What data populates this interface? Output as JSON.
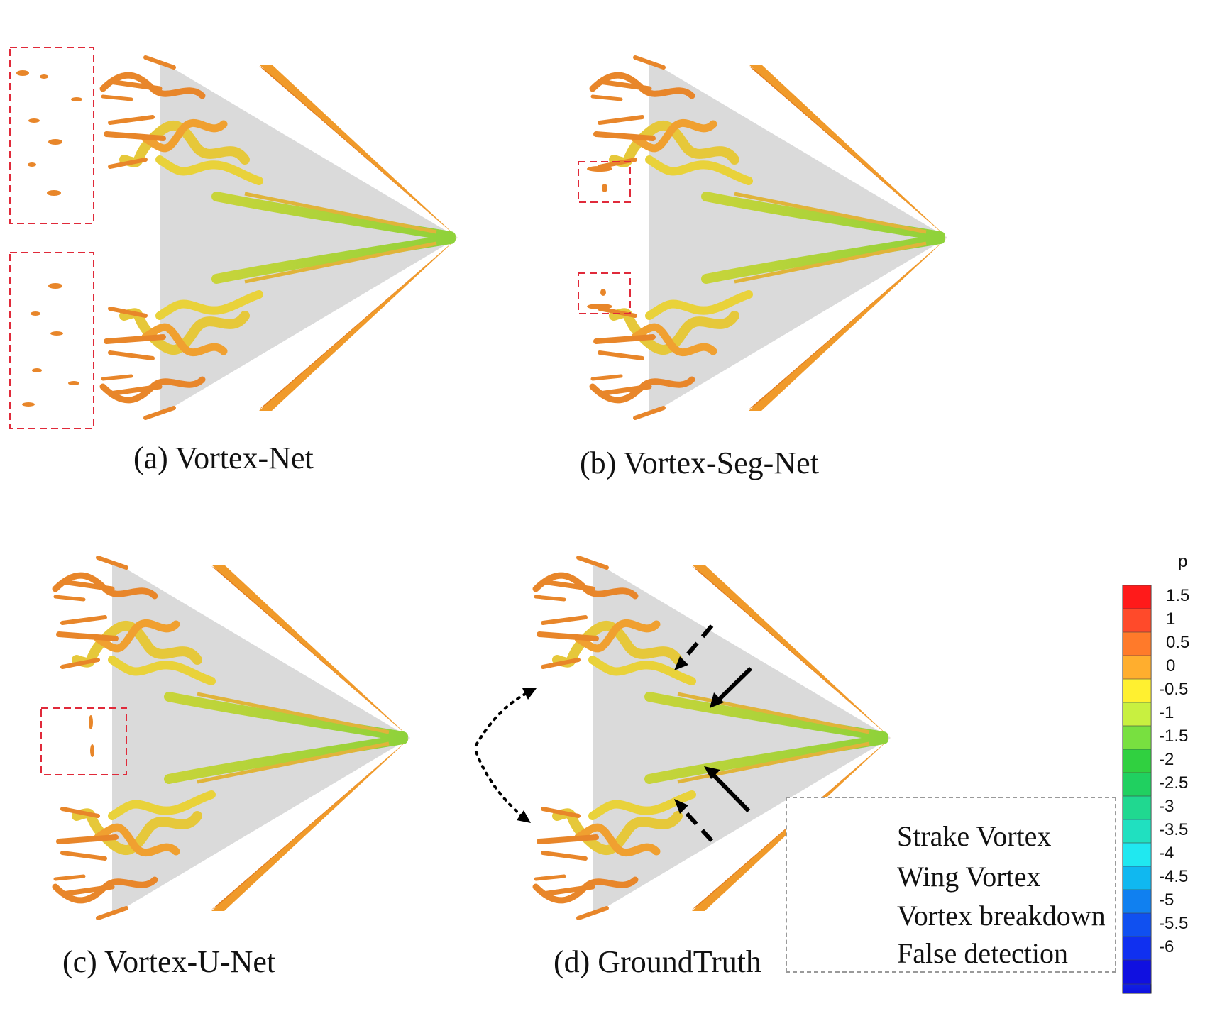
{
  "panels": [
    {
      "id": "a",
      "caption": "(a) Vortex-Net"
    },
    {
      "id": "b",
      "caption": "(b) Vortex-Seg-Net"
    },
    {
      "id": "c",
      "caption": "(c) Vortex-U-Net"
    },
    {
      "id": "d",
      "caption": "(d) GroundTruth"
    }
  ],
  "legend": {
    "items": [
      {
        "label": "Strake Vortex",
        "style": "solid-arrow"
      },
      {
        "label": "Wing Vortex",
        "style": "dashed-arrow"
      },
      {
        "label": "Vortex breakdown",
        "style": "dotted-arrow"
      },
      {
        "label": "False detection",
        "style": "red-dashed-box"
      }
    ]
  },
  "colorbar": {
    "title": "p",
    "ticks": [
      "1.5",
      "1",
      "0.5",
      "0",
      "-0.5",
      "-1",
      "-1.5",
      "-2",
      "-2.5",
      "-3",
      "-3.5",
      "-4",
      "-4.5",
      "-5",
      "-5.5",
      "-6"
    ],
    "colors": [
      "#ff1a1a",
      "#ff4a2a",
      "#ff7a2a",
      "#ffae2e",
      "#fff030",
      "#c8f040",
      "#78e040",
      "#30d040",
      "#20d060",
      "#20d890",
      "#20e0c0",
      "#20e8f0",
      "#10b8f0",
      "#1080f0",
      "#1050f0",
      "#1030f0",
      "#1010e0"
    ]
  },
  "colors": {
    "wing": "#d8d8d8",
    "edge": "#e8741a",
    "vortex_orange": "#e8862a",
    "vortex_yellow": "#e6d23a",
    "vortex_green": "#9ed23a",
    "false_detection": "#e02a3a"
  }
}
